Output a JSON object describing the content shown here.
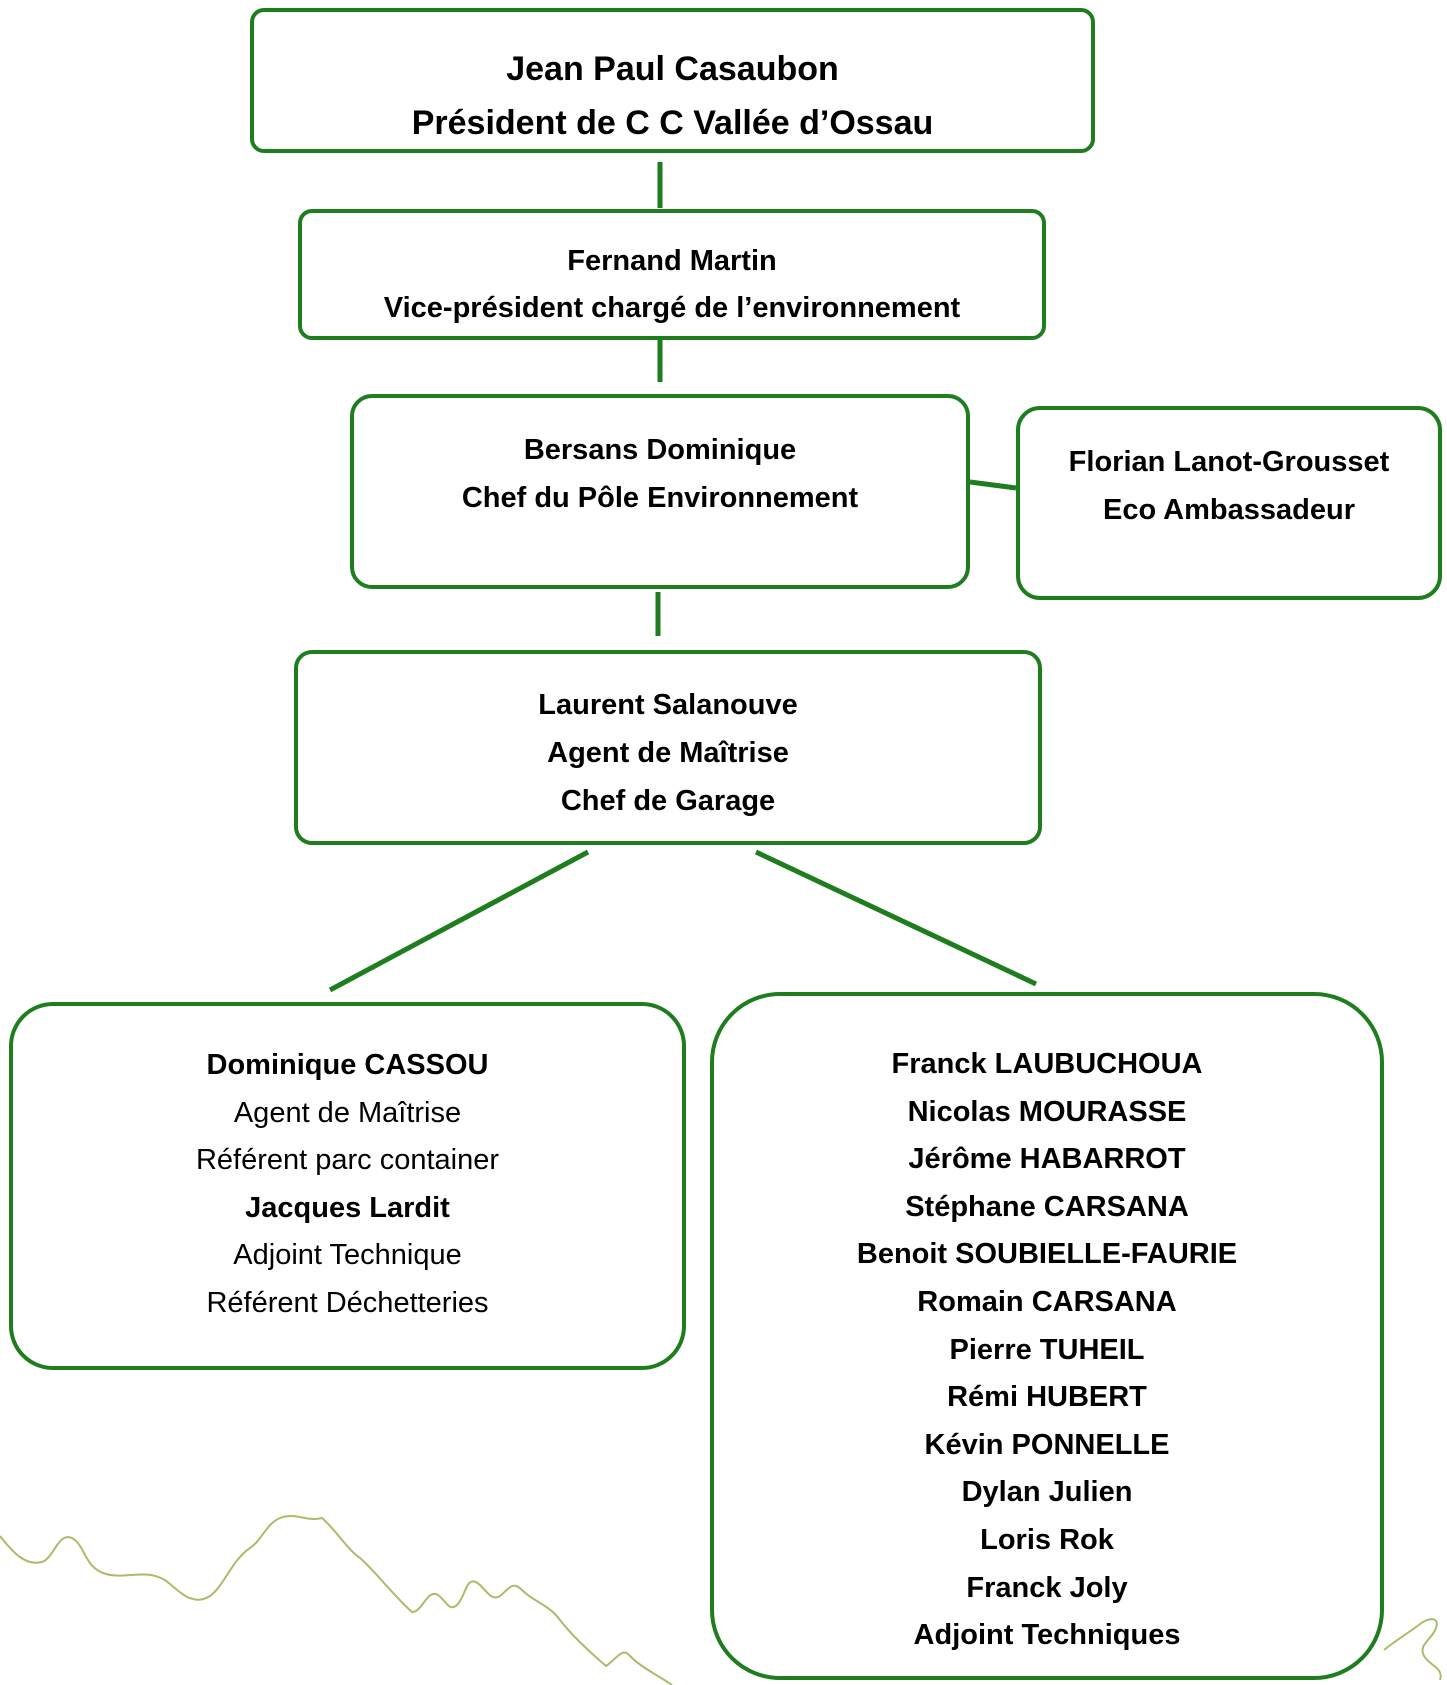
{
  "colors": {
    "box_border": "#1e7d1e",
    "connector": "#1e7d1e",
    "mountain_outline": "#a8bd6a",
    "text": "#000000"
  },
  "president": {
    "lines": [
      "Jean Paul Casaubon",
      "Président de C C Vallée d’Ossau"
    ]
  },
  "vice_president": {
    "lines": [
      "Fernand Martin",
      "Vice-président chargé de l’environnement"
    ]
  },
  "chef_pole": {
    "lines": [
      "Bersans Dominique",
      "Chef du Pôle Environnement"
    ]
  },
  "eco_ambassadeur": {
    "lines": [
      "Florian Lanot-Grousset",
      "Eco Ambassadeur"
    ]
  },
  "chef_garage": {
    "lines": [
      "Laurent Salanouve",
      "Agent de Maîtrise",
      "Chef de Garage"
    ]
  },
  "left_team": {
    "lines": [
      {
        "text": "Dominique CASSOU",
        "bold": true
      },
      {
        "text": "Agent de Maîtrise",
        "bold": false
      },
      {
        "text": "Référent parc container",
        "bold": false
      },
      {
        "text": "Jacques Lardit",
        "bold": true
      },
      {
        "text": "Adjoint Technique",
        "bold": false
      },
      {
        "text": "Référent Déchetteries",
        "bold": false
      }
    ]
  },
  "right_team": {
    "lines": [
      "Franck LAUBUCHOUA",
      "Nicolas MOURASSE",
      "Jérôme HABARROT",
      "Stéphane CARSANA",
      "Benoit SOUBIELLE-FAURIE",
      "Romain CARSANA",
      "Pierre TUHEIL",
      "Rémi HUBERT",
      "Kévin PONNELLE",
      "Dylan Julien",
      "Loris Rok",
      "Franck Joly",
      "Adjoint Techniques"
    ]
  }
}
